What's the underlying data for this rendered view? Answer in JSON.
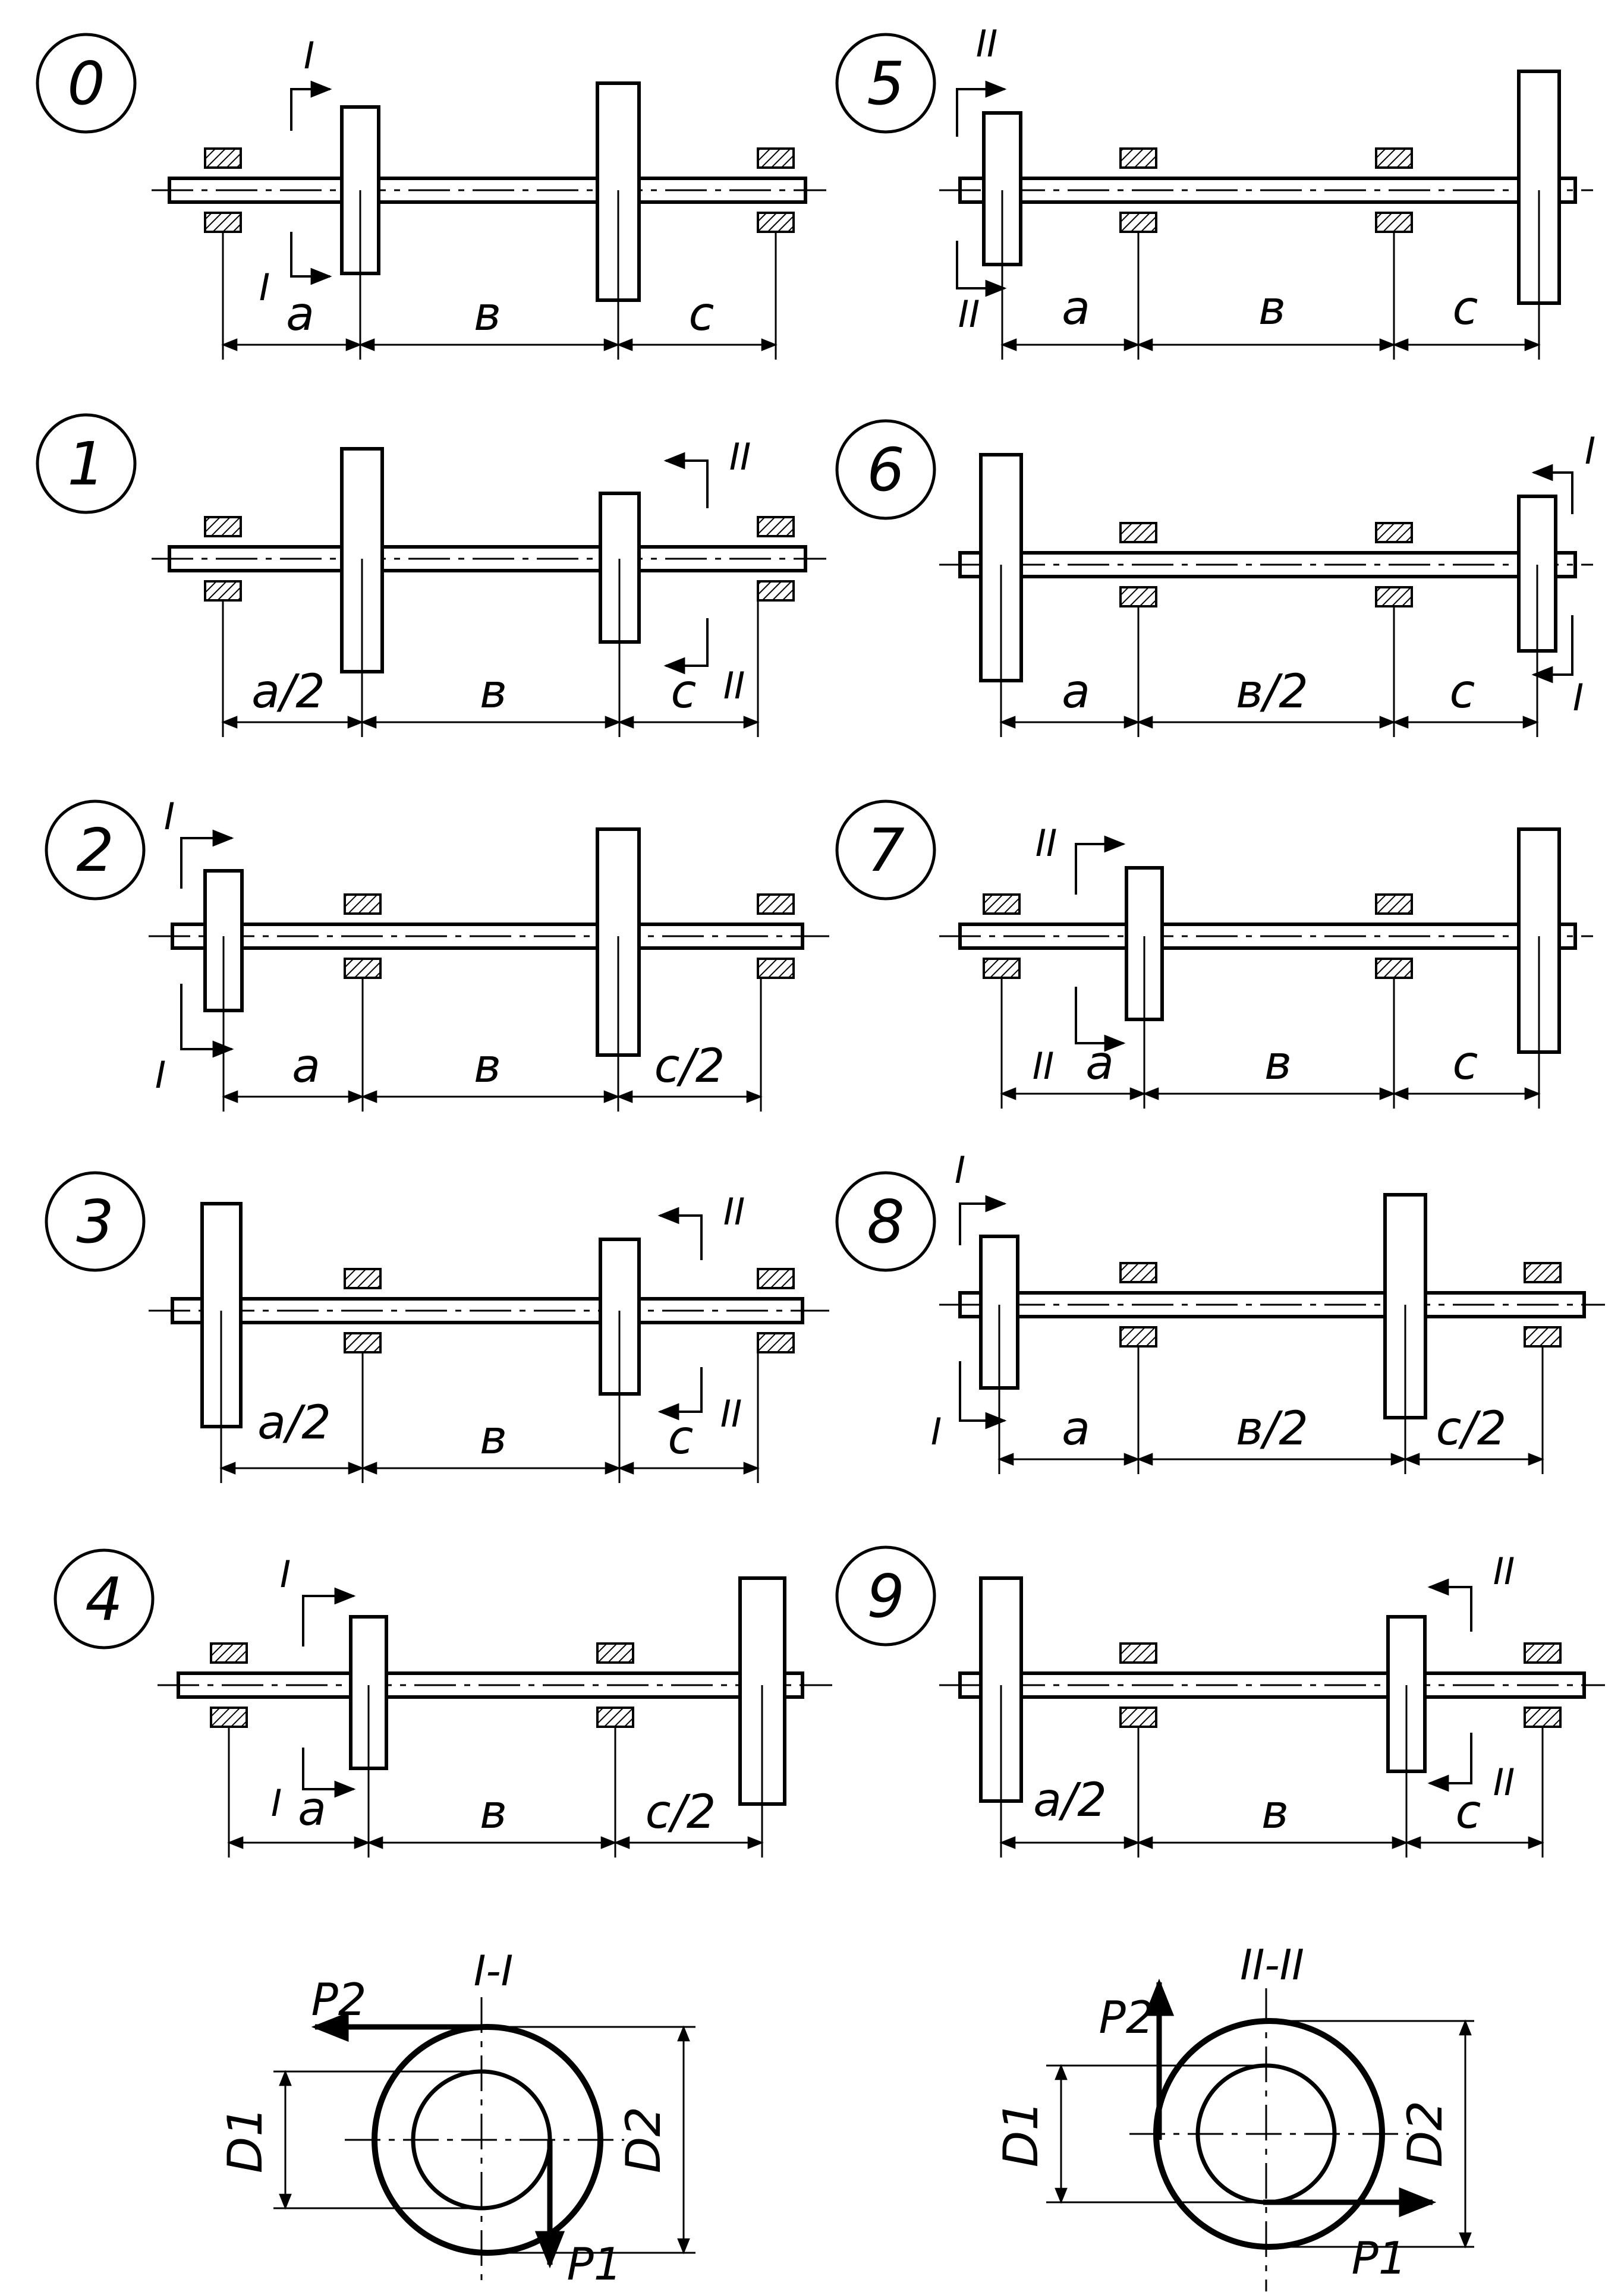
{
  "schemes": [
    {
      "number": "0",
      "left_section": "I",
      "right_section": "",
      "dim_a": "a",
      "dim_b": "в",
      "dim_c": "c"
    },
    {
      "number": "1",
      "left_section": "",
      "right_section": "II",
      "dim_a": "a/2",
      "dim_b": "в",
      "dim_c": "c"
    },
    {
      "number": "2",
      "left_section": "I",
      "right_section": "",
      "dim_a": "a",
      "dim_b": "в",
      "dim_c": "c/2"
    },
    {
      "number": "3",
      "left_section": "",
      "right_section": "II",
      "dim_a": "a/2",
      "dim_b": "в",
      "dim_c": "c"
    },
    {
      "number": "4",
      "left_section": "I",
      "right_section": "",
      "dim_a": "a",
      "dim_b": "в",
      "dim_c": "c/2"
    },
    {
      "number": "5",
      "left_section": "II",
      "right_section": "",
      "dim_a": "a",
      "dim_b": "в",
      "dim_c": "c"
    },
    {
      "number": "6",
      "left_section": "",
      "right_section": "I",
      "dim_a": "a",
      "dim_b": "в/2",
      "dim_c": "c"
    },
    {
      "number": "7",
      "left_section": "II",
      "right_section": "",
      "dim_a": "a",
      "dim_b": "в",
      "dim_c": "c"
    },
    {
      "number": "8",
      "left_section": "I",
      "right_section": "",
      "dim_a": "a",
      "dim_b": "в/2",
      "dim_c": "c/2"
    },
    {
      "number": "9",
      "left_section": "",
      "right_section": "II",
      "dim_a": "a/2",
      "dim_b": "в",
      "dim_c": "c"
    }
  ],
  "sections": [
    {
      "title": "I-I",
      "p1": "P1",
      "p2": "P2",
      "d1": "D1",
      "d2": "D2"
    },
    {
      "title": "II-II",
      "p1": "P1",
      "p2": "P2",
      "d1": "D1",
      "d2": "D2"
    }
  ]
}
